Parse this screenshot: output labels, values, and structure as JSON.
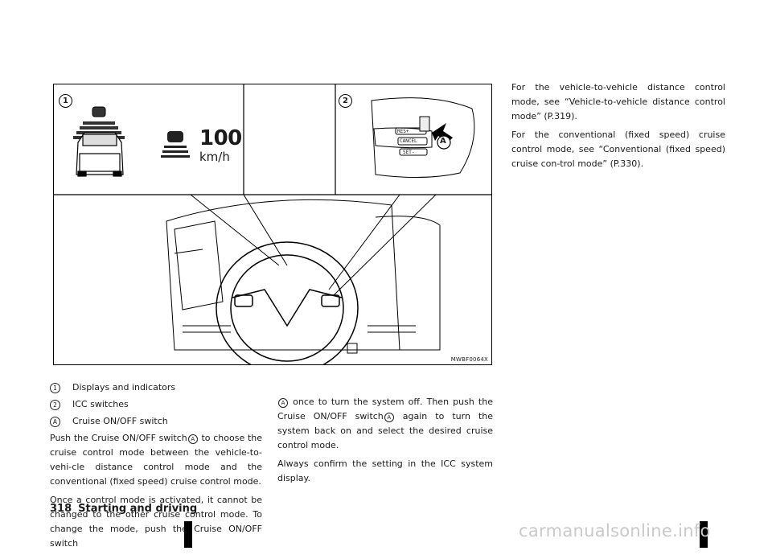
{
  "figure": {
    "id_label": "MWBF0064X",
    "speed_value": "100",
    "speed_unit": "km/h",
    "callout_1": "1",
    "callout_2": "2",
    "callout_a": "A",
    "switch_res": "RES+",
    "switch_cancel": "CANCEL",
    "switch_set": "SET-"
  },
  "legend": [
    {
      "mark": "1",
      "text": "Displays and indicators"
    },
    {
      "mark": "2",
      "text": "ICC switches"
    },
    {
      "mark": "A",
      "text": "Cruise ON/OFF switch"
    }
  ],
  "body": {
    "p1_a": "Push the Cruise ON/OFF switch",
    "p1_mark": "A",
    "p1_b": " to choose the cruise control mode between the vehicle-to-vehi-cle distance control mode and the conventional (fixed speed) cruise control mode.",
    "p2_a": "Once a control mode is activated, it cannot be changed to the other cruise control mode. To change the mode, push the Cruise ON/OFF switch",
    "p2_mark": "A",
    "p2_b": " once to turn the system off. Then push the Cruise ON/OFF switch",
    "p2_mark2": "A",
    "p2_c": " again to turn the system back on and select the desired cruise control mode.",
    "p3": "Always confirm the setting in the ICC system display.",
    "p4": "For the vehicle-to-vehicle distance control mode, see “Vehicle-to-vehicle distance control mode” (P.319).",
    "p5": "For the conventional (fixed speed) cruise control mode, see “Conventional (fixed speed) cruise con-trol mode” (P.330)."
  },
  "footer": {
    "page_number": "318",
    "section": "Starting and driving"
  },
  "watermark": "carmanualsonline.info"
}
